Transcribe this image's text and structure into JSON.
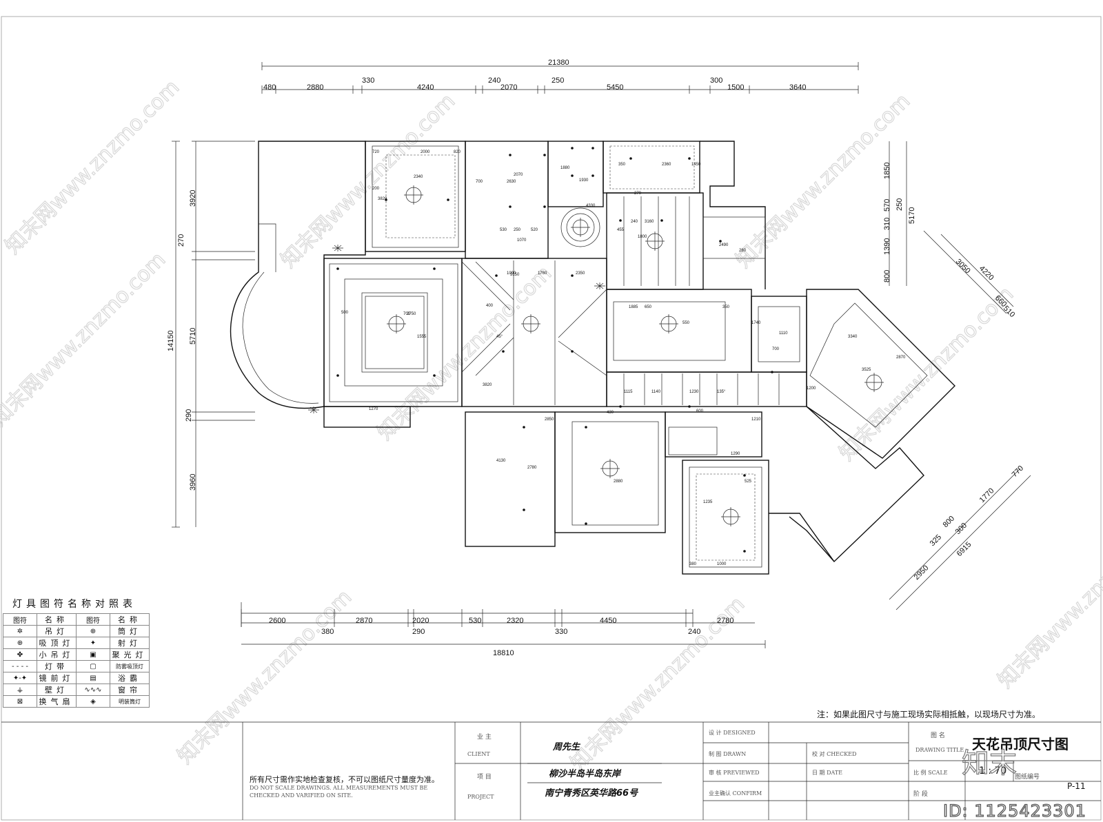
{
  "drawing": {
    "top_total": "21380",
    "top_dims": [
      "480",
      "2880",
      "330",
      "4240",
      "240",
      "2070",
      "250",
      "5450",
      "300",
      "1500",
      "3640"
    ],
    "bottom_total": "18810",
    "bottom_dims_upper": [
      "2600",
      "2870",
      "2020",
      "530",
      "2320",
      "4450",
      "2780"
    ],
    "bottom_dims_lower": [
      "380",
      "290",
      "330",
      "240"
    ],
    "left_total": "14150",
    "left_dims": [
      "3920",
      "270",
      "5710",
      "290",
      "3960"
    ],
    "right_dims": [
      "1850",
      "570",
      "250",
      "310",
      "1390",
      "800"
    ],
    "right_total": "5170",
    "diag_upper": [
      "4220",
      "3050",
      "660",
      "510"
    ],
    "diag_lower": [
      "2950",
      "325",
      "800",
      "300",
      "1770",
      "770",
      "6915"
    ],
    "room_dims": [
      "2000",
      "720",
      "820",
      "2340",
      "3820",
      "200",
      "2070",
      "2630",
      "700",
      "1880",
      "1930",
      "350",
      "2360",
      "1450",
      "270",
      "530",
      "250",
      "520",
      "1070",
      "4330",
      "455",
      "240",
      "3160",
      "1800",
      "2490",
      "280",
      "1090",
      "1760",
      "2350",
      "700",
      "500",
      "2750",
      "1555",
      "5150",
      "45°",
      "400",
      "3820",
      "650",
      "1885",
      "350",
      "550",
      "1740",
      "1110",
      "700",
      "3340",
      "3525",
      "2870",
      "1270",
      "1115",
      "1140",
      "1230",
      "135°",
      "1200",
      "430",
      "2850",
      "4130",
      "2780",
      "2880",
      "600",
      "1210",
      "1290",
      "1235",
      "525",
      "1000",
      "380"
    ]
  },
  "legend": {
    "title": "灯具图符名称对照表",
    "header": [
      "图符",
      "名称",
      "图符",
      "名称"
    ],
    "rows": [
      {
        "sym1": "吊灯-icon",
        "name1": "吊灯",
        "sym2": "筒灯-icon",
        "name2": "筒灯"
      },
      {
        "sym1": "吸顶灯-icon",
        "name1": "吸顶灯",
        "sym2": "射灯-icon",
        "name2": "射灯"
      },
      {
        "sym1": "小吊灯-icon",
        "name1": "小吊灯",
        "sym2": "聚光灯-icon",
        "name2": "聚光灯"
      },
      {
        "sym1": "灯带-icon",
        "name1": "灯带",
        "sym2": "防雾吸顶灯-icon",
        "name2": "防雾吸顶灯"
      },
      {
        "sym1": "镜前灯-icon",
        "name1": "镜前灯",
        "sym2": "浴霸-icon",
        "name2": "浴霸"
      },
      {
        "sym1": "壁灯-icon",
        "name1": "壁灯",
        "sym2": "窗帘-icon",
        "name2": "窗帘"
      },
      {
        "sym1": "换气扇-icon",
        "name1": "换气扇",
        "sym2": "明装筒灯-icon",
        "name2": "明装筒灯"
      }
    ]
  },
  "note": "注：如果此图尺寸与施工现场实际相抵触，以现场尺寸为准。",
  "title_block": {
    "disclaimer_cn": "所有尺寸需作实地检查复核，不可以图纸尺寸量度为准。",
    "disclaimer_en1": "DO NOT SCALE DRAWINGS. ALL MEASUREMENTS MUST BE",
    "disclaimer_en2": "CHECKED AND VARIFIED ON SITE.",
    "client_label": "业 主",
    "client_en": "CLIENT",
    "client": "周先生",
    "project_label": "项 目",
    "project_en": "PROJECT",
    "project_line1": "柳沙半岛半岛东岸",
    "project_line2": "南宁青秀区英华路66号",
    "designed_label": "设 计 DESIGNED",
    "drawn_label": "制 图 DRAWN",
    "checked_label": "校 对 CHECKED",
    "reviewed_label": "审 核 PREVIEWED",
    "date_label": "日 期 DATE",
    "confirm_label": "业主确认 CONFIRM",
    "title_label": "图 名",
    "title_en": "DRAWING TITLE",
    "title": "天花吊顶尺寸图",
    "scale_label": "比 例 SCALE",
    "scale": "1 : 70",
    "drawing_no_label": "图纸编号",
    "stage_label": "阶 段",
    "sheet_no": "P-11"
  },
  "watermark": {
    "text": "知末网www.znzmo.com",
    "logo": "知末",
    "id": "ID: 1125423301"
  }
}
